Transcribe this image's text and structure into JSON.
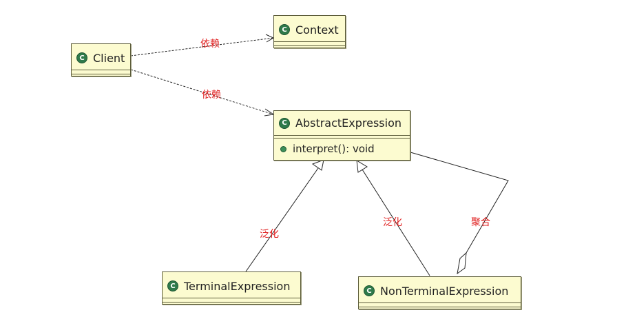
{
  "classes": {
    "client": {
      "name": "Client"
    },
    "context": {
      "name": "Context"
    },
    "abstract_expression": {
      "name": "AbstractExpression",
      "operations": [
        "interpret(): void"
      ]
    },
    "terminal_expression": {
      "name": "TerminalExpression"
    },
    "nonterminal_expression": {
      "name": "NonTerminalExpression"
    }
  },
  "icon_letter": "C",
  "relations": {
    "client_context": "依赖",
    "client_abstract": "依赖",
    "terminal_generalization": "泛化",
    "nonterminal_generalization": "泛化",
    "aggregation": "聚合"
  },
  "colors": {
    "class_fill": "#fcfbd0",
    "label_red": "#e02020",
    "icon_green": "#2f7a4a"
  }
}
